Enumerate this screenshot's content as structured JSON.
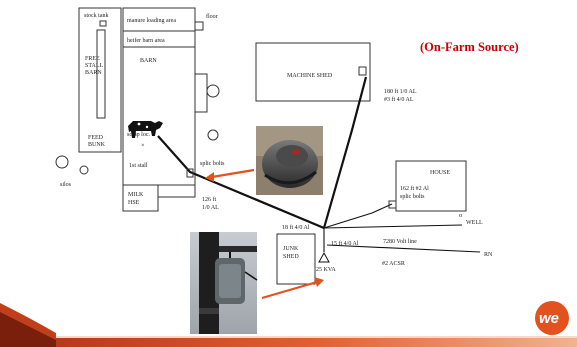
{
  "heading": "(On-Farm Source)",
  "labels": {
    "stock_tank": "stock tank",
    "freestall_barn_1": "FREE",
    "freestall_barn_2": "STALL",
    "freestall_barn_3": "BARN",
    "feed_bunk_1": "FEED",
    "feed_bunk_2": "BUNK",
    "manure_loading": "manure loading area",
    "heifer_barn": "heifer barn area",
    "barn": "BARN",
    "scraper": "scrap loc.",
    "first_stall": "1st stall",
    "milk_house_1": "MILK",
    "milk_house_2": "HSE",
    "silos": "silos",
    "floor": "floor",
    "machine_shed": "MACHINE SHED",
    "machine_wire_1": "180 ft 1/0 AL",
    "machine_wire_2": "#3 ft 4/0 AL",
    "house": "HOUSE",
    "house_wire_1": "162 ft #2 Al",
    "house_wire_2": "splic bolts",
    "well": "WELL",
    "splice_bolts": "splic bolts",
    "barn_wire_1": "126 ft",
    "barn_wire_2": "1/0 AL",
    "pole_wire": "18 ft 4/0 Al",
    "junk_shed_1": "JUNK",
    "junk_shed_2": "SHED",
    "service_drop": "15 ft 4/0 Al",
    "volt_line": "7280 Volt line",
    "transformer": "25 KVA",
    "acsr": "#2 ACSR",
    "rn": "RN"
  },
  "logo_text": "we",
  "colors": {
    "heading": "#cc0000",
    "arrow": "#e2521f",
    "logo": "#e2521f",
    "band": "#d2461d"
  },
  "icons": [
    "cow-icon",
    "power-quality-meter-photo",
    "utility-pole-transformer-photo",
    "we-energies-logo"
  ]
}
